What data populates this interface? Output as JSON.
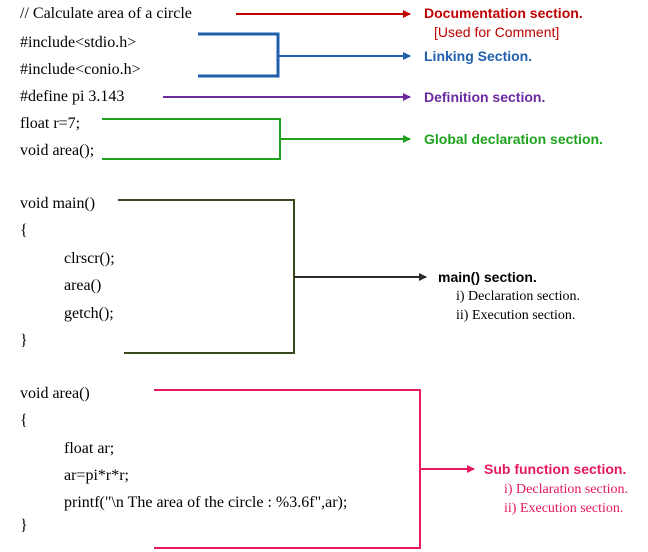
{
  "colors": {
    "documentation": "#c00000",
    "linking": "#1f5fad",
    "definition": "#6a2aa0",
    "global": "#1fa31f",
    "main": "#3a4a1f",
    "subfunction": "#e6195a"
  },
  "code": {
    "comment": "// Calculate area of a circle",
    "include1": "#include<stdio.h>",
    "include2": "#include<conio.h>",
    "define": "#define pi 3.143",
    "global_var": "float r=7;",
    "proto": "void area();",
    "main_sig": "void main()",
    "main_open": "{",
    "main_l1": "clrscr();",
    "main_l2": "area()",
    "main_l3": "getch();",
    "main_close": "}",
    "area_sig": "void area()",
    "area_open": "{",
    "area_l1": "float ar;",
    "area_l2": "ar=pi*r*r;",
    "area_l3": "printf(\"\\n The area of the circle : %3.6f\",ar);",
    "area_close": "}"
  },
  "labels": {
    "documentation": "Documentation section.",
    "documentation_note": "[Used for Comment]",
    "linking": "Linking Section.",
    "definition": "Definition section.",
    "global": "Global declaration section.",
    "main": "main() section.",
    "main_sub1": "i) Declaration section.",
    "main_sub2": "ii) Execution section.",
    "subfunction": "Sub function section.",
    "sub_sub1": "i) Declaration section.",
    "sub_sub2": "ii) Execution section."
  }
}
